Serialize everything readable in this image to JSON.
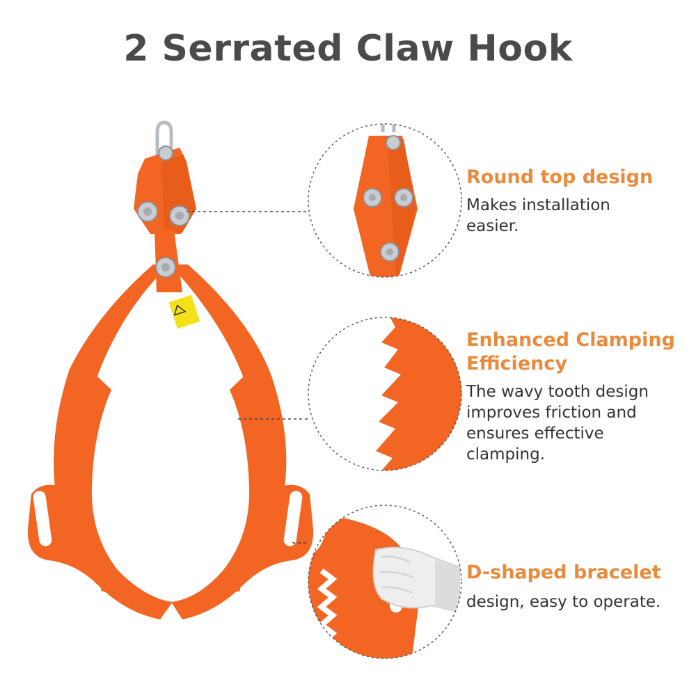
{
  "title": "2 Serrated Claw Hook",
  "colors": {
    "claw_orange": "#f26522",
    "heading_orange": "#e88b3c",
    "title_gray": "#4a4a4a",
    "bolt_silver": "#c9ccd0",
    "label_yellow": "#f3e11a"
  },
  "features": [
    {
      "heading": "Round top design",
      "description": "Makes installation easier."
    },
    {
      "heading": "Enhanced Clamping Efficiency",
      "description": "The wavy tooth design improves friction and ensures effective clamping."
    },
    {
      "heading": "D-shaped bracelet",
      "description": "design, easy to operate."
    }
  ]
}
